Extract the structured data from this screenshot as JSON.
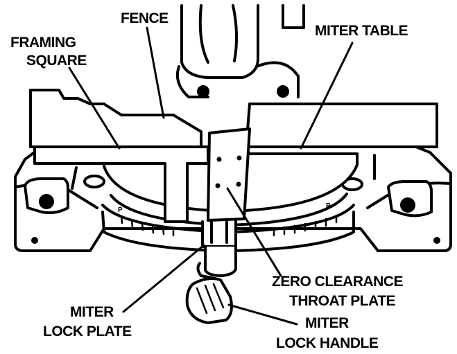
{
  "labels": {
    "fence": "FENCE",
    "miter_table": "MITER TABLE",
    "framing_square_1": "FRAMING",
    "framing_square_2": "SQUARE",
    "zero_clearance_1": "ZERO CLEARANCE",
    "zero_clearance_2": "THROAT PLATE",
    "miter_lock_plate_1": "MITER",
    "miter_lock_plate_2": "LOCK PLATE",
    "miter_lock_handle_1": "MITER",
    "miter_lock_handle_2": "LOCK HANDLE"
  },
  "colors": {
    "ink": "#000000",
    "paper": "#ffffff"
  }
}
